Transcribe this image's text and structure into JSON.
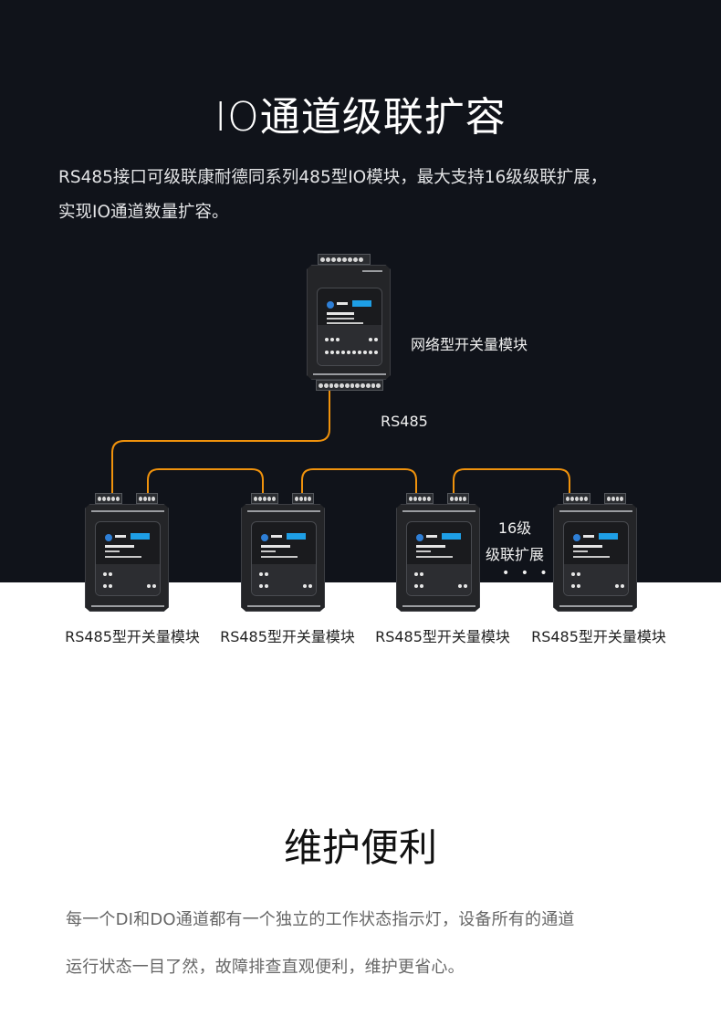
{
  "section1": {
    "title": "IO通道级联扩容",
    "description_line1": "RS485接口可级联康耐德同系列485型IO模块，最大支持16级级联扩展，",
    "description_line2": "实现IO通道数量扩容。",
    "top_device_label": "网络型开关量模块",
    "bus_label": "RS485",
    "cascade_count": "16级",
    "cascade_label": "级联扩展",
    "ellipsis": "• • •",
    "wire_color": "#f0920c",
    "bottom_device_captions": [
      "RS485型开关量模块",
      "RS485型开关量模块",
      "RS485型开关量模块",
      "RS485型开关量模块"
    ]
  },
  "section2": {
    "title": "维护便利",
    "description_line1": "每一个DI和DO通道都有一个独立的工作状态指示灯，设备所有的通道",
    "description_line2": "运行状态一目了然，故障排查直观便利，维护更省心。"
  },
  "colors": {
    "dark_bg": "#10131a",
    "accent_blue": "#1e9fe6"
  }
}
